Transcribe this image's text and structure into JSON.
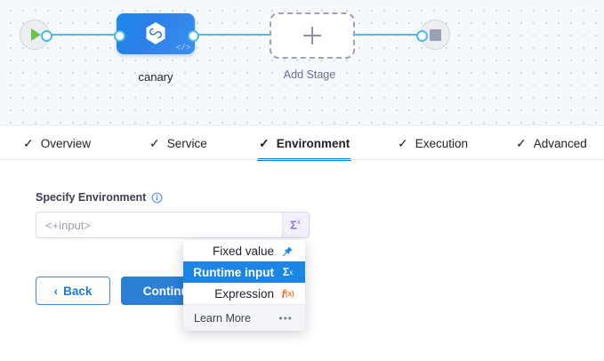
{
  "canvas": {
    "start_node": {
      "icon": "play-icon",
      "label": ""
    },
    "end_node": {
      "icon": "stop-icon",
      "label": ""
    },
    "stage": {
      "label": "canary",
      "icon": "harness-hexagon-icon",
      "badge": "</>"
    },
    "add_stage": {
      "label": "Add Stage",
      "icon": "plus-icon"
    }
  },
  "tabs": [
    {
      "label": "Overview",
      "check": "✓",
      "active": false
    },
    {
      "label": "Service",
      "check": "✓",
      "active": false
    },
    {
      "label": "Environment",
      "check": "✓",
      "active": true
    },
    {
      "label": "Execution",
      "check": "✓",
      "active": false
    },
    {
      "label": "Advanced",
      "check": "✓",
      "active": false
    }
  ],
  "form": {
    "field_label": "Specify Environment",
    "info_icon": "info-icon",
    "input_value": "",
    "input_placeholder": "<+input>",
    "sigma_button": "Σ",
    "sigma_sup": "x",
    "back_label": "Back",
    "back_chevron": "‹",
    "continue_label": "Continue"
  },
  "dropdown": {
    "items": [
      {
        "label": "Fixed value",
        "icon": "pin-icon",
        "selected": false
      },
      {
        "label": "Runtime input",
        "icon": "sigma-x-icon",
        "selected": true
      },
      {
        "label": "Expression",
        "icon": "fx-icon",
        "selected": false
      }
    ],
    "footer": {
      "label": "Learn More",
      "icon": "ellipsis-icon",
      "dots": "•••"
    }
  },
  "colors": {
    "accent_blue": "#1a85e5",
    "edge_blue": "#4dbbe8",
    "runtime_purple": "#8a73d6",
    "expression_orange": "#e8772c",
    "play_green": "#6cc24a",
    "canvas_bg": "#f6f9fc"
  }
}
